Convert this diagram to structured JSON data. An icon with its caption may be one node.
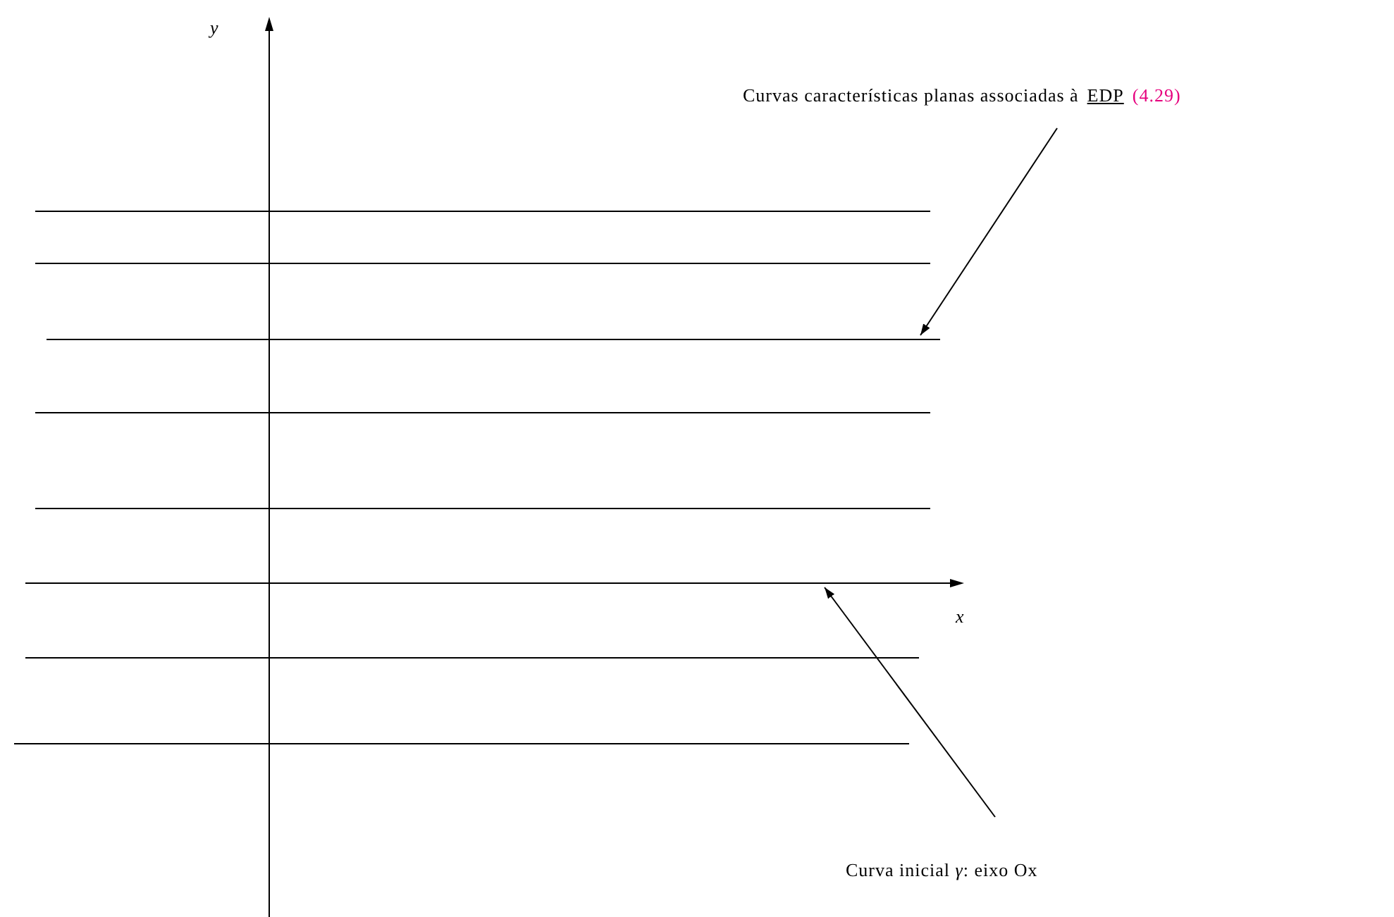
{
  "diagram": {
    "nodes": [
      {
        "text": [
          "Curvas características planas associadas à",
          "EDP",
          "(4.29)"
        ]
      },
      {
        "text": [],
        "shape": "line"
      },
      {
        "text": [],
        "shape": "line"
      },
      {
        "text": [],
        "shape": "line"
      },
      {
        "text": [],
        "shape": "line"
      },
      {
        "text": [],
        "shape": "line"
      },
      {
        "text": [],
        "shape": "line"
      },
      {
        "text": [],
        "shape": "line"
      },
      {
        "text": [],
        "shape": "line"
      },
      {
        "text": [
          "Curva inicial *γ*: eixo Ox"
        ]
      }
    ],
    "edges": [
      {
        "from": 0,
        "to": 3,
        "arrow": "to"
      },
      {
        "from": 9,
        "to": 6,
        "arrow": "to"
      }
    ],
    "labels": [
      "y",
      "x"
    ]
  }
}
